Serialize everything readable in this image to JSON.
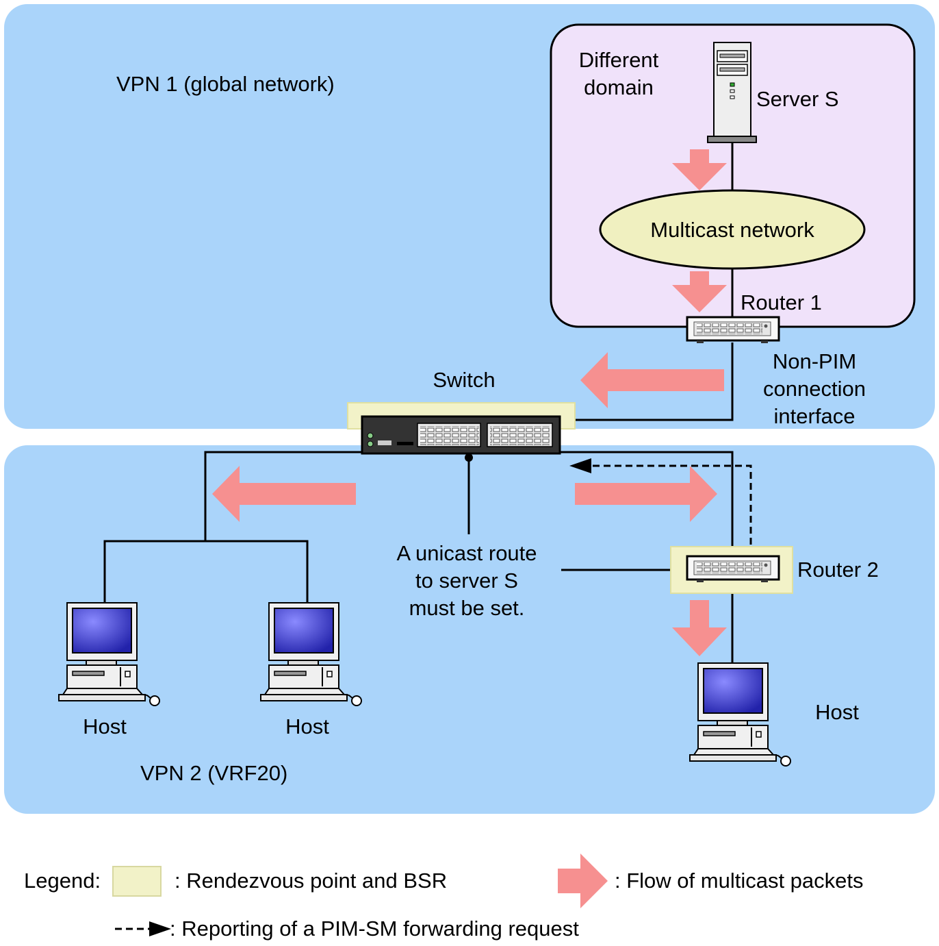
{
  "zones": {
    "vpn1": "VPN 1 (global network)",
    "vpn2": "VPN 2 (VRF20)",
    "different_domain": [
      "Different",
      "domain"
    ]
  },
  "devices": {
    "server": "Server S",
    "multicast_network": "Multicast network",
    "router1": "Router 1",
    "non_pim_interface": [
      "Non-PIM",
      "connection",
      "interface"
    ],
    "switch": "Switch",
    "router2": "Router 2",
    "host_left": "Host",
    "host_middle": "Host",
    "host_right": "Host"
  },
  "note": [
    "A unicast route",
    "to server S",
    "must be set."
  ],
  "legend": {
    "title": "Legend:",
    "rp_bsr": ": Rendezvous point and BSR",
    "flow": ": Flow of multicast packets",
    "reporting": ": Reporting of a PIM-SM forwarding request"
  },
  "colors": {
    "network_zone": "#aad4fa",
    "domain_zone": "#f0e2fa",
    "rp_bsr_highlight": "#f2f2c8",
    "multicast_cloud": "#f0f0c0",
    "flow_arrow": "#f69090",
    "host_screen": "#3333cc"
  }
}
